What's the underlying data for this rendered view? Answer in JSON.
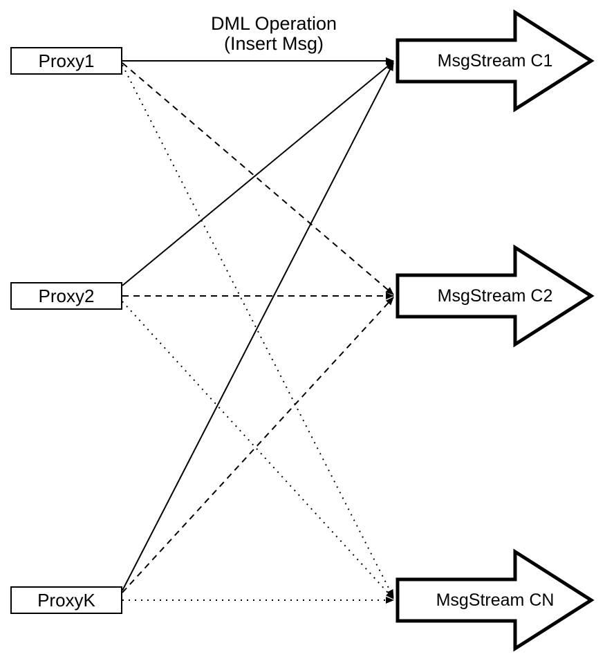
{
  "title": {
    "line1": "DML Operation",
    "line2": "(Insert Msg)"
  },
  "nodes": {
    "proxies": [
      {
        "label": "Proxy1"
      },
      {
        "label": "Proxy2"
      },
      {
        "label": "ProxyK"
      }
    ],
    "streams": [
      {
        "label": "MsgStream C1"
      },
      {
        "label": "MsgStream C2"
      },
      {
        "label": "MsgStream CN"
      }
    ]
  },
  "connections": [
    {
      "from": "Proxy1",
      "to": "MsgStream C1",
      "line_style": "solid"
    },
    {
      "from": "Proxy1",
      "to": "MsgStream C2",
      "line_style": "dashed"
    },
    {
      "from": "Proxy1",
      "to": "MsgStream CN",
      "line_style": "dotted"
    },
    {
      "from": "Proxy2",
      "to": "MsgStream C1",
      "line_style": "solid"
    },
    {
      "from": "Proxy2",
      "to": "MsgStream C2",
      "line_style": "dashed"
    },
    {
      "from": "Proxy2",
      "to": "MsgStream CN",
      "line_style": "dotted"
    },
    {
      "from": "ProxyK",
      "to": "MsgStream C1",
      "line_style": "solid"
    },
    {
      "from": "ProxyK",
      "to": "MsgStream C2",
      "line_style": "dashed"
    },
    {
      "from": "ProxyK",
      "to": "MsgStream CN",
      "line_style": "dotted"
    }
  ],
  "colors": {
    "stroke": "#000000",
    "fill": "#ffffff"
  }
}
